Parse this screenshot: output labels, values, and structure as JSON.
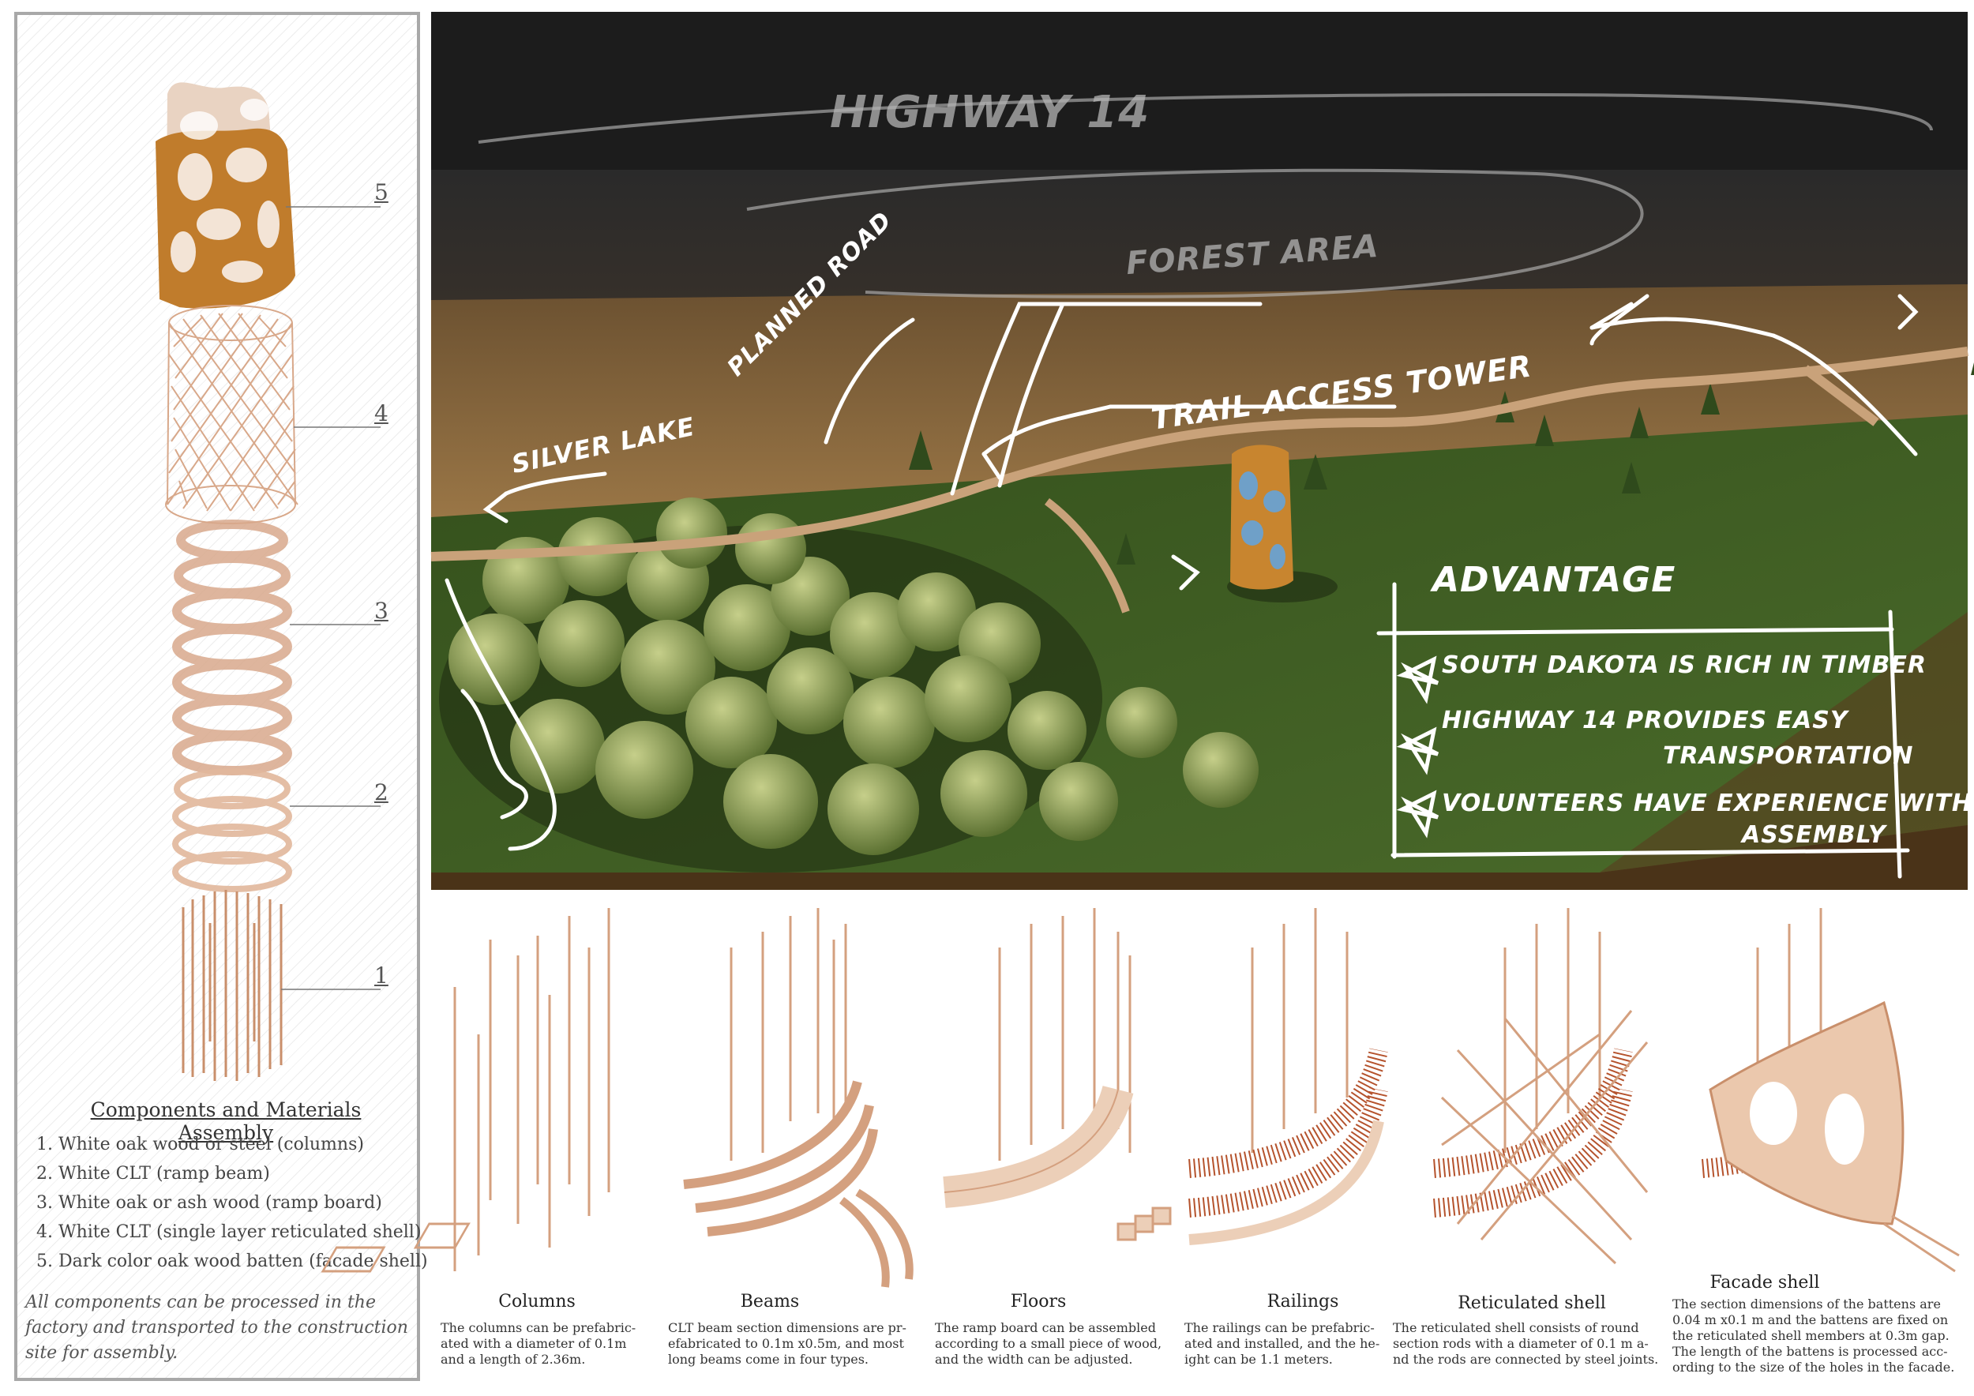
{
  "left_panel": {
    "part_numbers": [
      "5",
      "4",
      "3",
      "2",
      "1"
    ],
    "assembly_title": "Components and Materials Assembly",
    "assembly_items": [
      "1.  White oak wood or steel (columns)",
      "2.  White CLT (ramp beam)",
      "3.  White oak or ash wood (ramp board)",
      "4.  White CLT (single layer reticulated shell)",
      "5.  Dark color oak wood batten (facade shell)"
    ],
    "assembly_note": "All components can be processed in the factory and transported to the construction site for assembly."
  },
  "photo": {
    "labels": {
      "highway": "HIGHWAY 14",
      "forest": "FOREST AREA",
      "planned_road": "PLANNED ROAD",
      "silver_lake": "SILVER LAKE",
      "trail_tower": "TRAIL ACCESS TOWER"
    },
    "advantage": {
      "title": "ADVANTAGE",
      "item1": "SOUTH DAKOTA IS RICH IN TIMBER",
      "item2_line1": "HIGHWAY 14 PROVIDES EASY",
      "item2_line2": "TRANSPORTATION",
      "item3_line1": "VOLUNTEERS HAVE EXPERIENCE WITH",
      "item3_line2": "ASSEMBLY"
    }
  },
  "stages": {
    "columns": {
      "title": "Columns",
      "desc": [
        "The columns can be prefabric-",
        "ated with a diameter of 0.1m",
        "and a length of 2.36m."
      ]
    },
    "beams": {
      "title": "Beams",
      "desc": [
        "CLT beam section dimensions are pr-",
        "efabricated to 0.1m x0.5m, and most",
        "long beams come in four types."
      ]
    },
    "floors": {
      "title": "Floors",
      "desc": [
        "The ramp board can be assembled",
        "according to a small piece of wood,",
        "and the width can be adjusted."
      ]
    },
    "railings": {
      "title": "Railings",
      "desc": [
        "The railings can be prefabric-",
        "ated and installed, and the he-",
        "ight can be 1.1 meters."
      ]
    },
    "reticulated": {
      "title": "Reticulated shell",
      "desc": [
        "The reticulated shell consists of round",
        "section rods with a diameter of 0.1 m a-",
        "nd the rods are connected by steel joints."
      ]
    },
    "facade": {
      "title": "Facade shell",
      "desc": [
        "The section dimensions of the battens are",
        "0.04 m x0.1 m and the battens are fixed on",
        "the reticulated shell members at 0.3m gap.",
        "The length of the battens is processed acc-",
        "ording to the size of the holes in the facade."
      ]
    }
  },
  "colors": {
    "wood_light": "#e8c7ad",
    "wood_line": "#c98f6b",
    "wood_dark": "#c07c2c",
    "railing": "#b5532d",
    "grass": "#3c5a22",
    "field": "#8a6a3c"
  }
}
